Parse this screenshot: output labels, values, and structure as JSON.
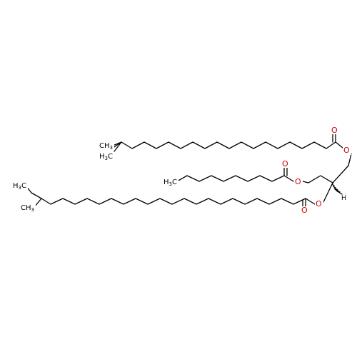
{
  "atoms": {
    "o_ester_top": "O",
    "o_carbonyl_top": "O",
    "o_ester_mid": "O",
    "o_carbonyl_mid": "O",
    "o_ester_bot": "O",
    "o_carbonyl_bot": "O",
    "h_stereo": "H",
    "ch3_top1": "H3C",
    "ch3_top2": "CH3",
    "ch3_mid": "H3C",
    "ch3_bot1": "H3C",
    "ch3_bot2": "CH3"
  },
  "colors": {
    "bond": "#000000",
    "oxygen": "#d40000",
    "background": "#ffffff"
  }
}
